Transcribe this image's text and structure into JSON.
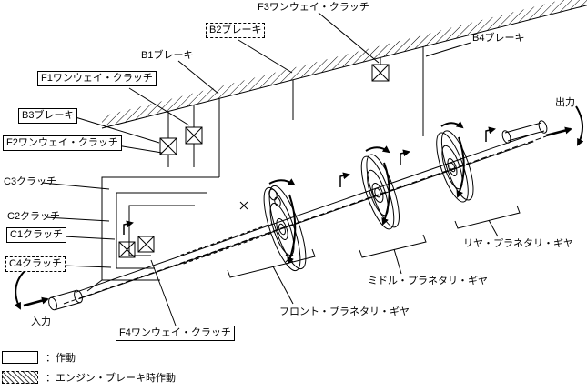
{
  "diagram": {
    "title_hint": "automatic-transmission-planetary-gear-schematic",
    "labels": {
      "f3": "F3ワンウェイ・クラッチ",
      "b2": "B2ブレーキ",
      "b1": "B1ブレーキ",
      "b4": "B4ブレーキ",
      "f1": "F1ワンウェイ・クラッチ",
      "b3": "B3ブレーキ",
      "f2": "F2ワンウェイ・クラッチ",
      "c3": "C3クラッチ",
      "c2": "C2クラッチ",
      "c1": "C1クラッチ",
      "c4": "C4クラッチ",
      "f4": "F4ワンウェイ・クラッチ",
      "output": "出力",
      "input": "入力",
      "rear_gear": "リヤ・プラネタリ・ギヤ",
      "middle_gear": "ミドル・プラネタリ・ギヤ",
      "front_gear": "フロント・プラネタリ・ギヤ"
    },
    "legend": [
      {
        "style": "solid",
        "label": "：作動"
      },
      {
        "style": "dashed",
        "label": "：エンジン・ブレーキ時作動"
      }
    ],
    "colors": {
      "line": "#000000",
      "background": "#ffffff"
    }
  }
}
